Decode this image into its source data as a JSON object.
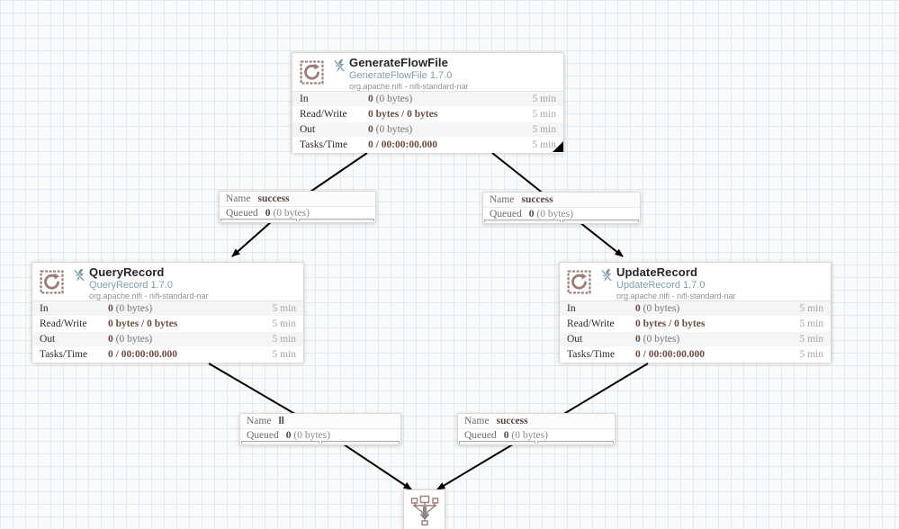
{
  "colors": {
    "accent_rose": "#9d7d78",
    "status_blue": "#7a98a7",
    "value_brown": "#6b4c46",
    "arrow_black": "#000000",
    "canvas_bg": "#f8fafb",
    "grid_line": "#e4e9ec"
  },
  "processors": [
    {
      "name": "GenerateFlowFile",
      "type": "GenerateFlowFile 1.7.0",
      "bundle": "org.apache.nifi - nifi-standard-nar",
      "status_icon": "disabled-bolt-icon",
      "has_comment_indicator": true,
      "stats": [
        {
          "label": "In",
          "value_bold": "0",
          "value_rest": " (0 bytes)",
          "window": "5 min"
        },
        {
          "label": "Read/Write",
          "value_bold": "0 bytes / 0 bytes",
          "value_rest": "",
          "window": "5 min"
        },
        {
          "label": "Out",
          "value_bold": "0",
          "value_rest": " (0 bytes)",
          "window": "5 min"
        },
        {
          "label": "Tasks/Time",
          "value_bold": "0 / 00:00:00.000",
          "value_rest": "",
          "window": "5 min"
        }
      ]
    },
    {
      "name": "QueryRecord",
      "type": "QueryRecord 1.7.0",
      "bundle": "org.apache.nifi - nifi-standard-nar",
      "status_icon": "disabled-bolt-icon",
      "has_comment_indicator": false,
      "stats": [
        {
          "label": "In",
          "value_bold": "0",
          "value_rest": " (0 bytes)",
          "window": "5 min"
        },
        {
          "label": "Read/Write",
          "value_bold": "0 bytes / 0 bytes",
          "value_rest": "",
          "window": "5 min"
        },
        {
          "label": "Out",
          "value_bold": "0",
          "value_rest": " (0 bytes)",
          "window": "5 min"
        },
        {
          "label": "Tasks/Time",
          "value_bold": "0 / 00:00:00.000",
          "value_rest": "",
          "window": "5 min"
        }
      ]
    },
    {
      "name": "UpdateRecord",
      "type": "UpdateRecord 1.7.0",
      "bundle": "org.apache.nifi - nifi-standard-nar",
      "status_icon": "disabled-bolt-icon",
      "has_comment_indicator": false,
      "stats": [
        {
          "label": "In",
          "value_bold": "0",
          "value_rest": " (0 bytes)",
          "window": "5 min"
        },
        {
          "label": "Read/Write",
          "value_bold": "0 bytes / 0 bytes",
          "value_rest": "",
          "window": "5 min"
        },
        {
          "label": "Out",
          "value_bold": "0",
          "value_rest": " (0 bytes)",
          "window": "5 min"
        },
        {
          "label": "Tasks/Time",
          "value_bold": "0 / 00:00:00.000",
          "value_rest": "",
          "window": "5 min"
        }
      ]
    }
  ],
  "connections": [
    {
      "name_label": "Name",
      "name": "success",
      "queued_label": "Queued",
      "queued_bold": "0",
      "queued_rest": " (0 bytes)"
    },
    {
      "name_label": "Name",
      "name": "success",
      "queued_label": "Queued",
      "queued_bold": "0",
      "queued_rest": " (0 bytes)"
    },
    {
      "name_label": "Name",
      "name": "ll",
      "queued_label": "Queued",
      "queued_bold": "0",
      "queued_rest": " (0 bytes)"
    },
    {
      "name_label": "Name",
      "name": "success",
      "queued_label": "Queued",
      "queued_bold": "0",
      "queued_rest": " (0 bytes)"
    }
  ],
  "funnel": {
    "icon": "funnel-icon"
  }
}
